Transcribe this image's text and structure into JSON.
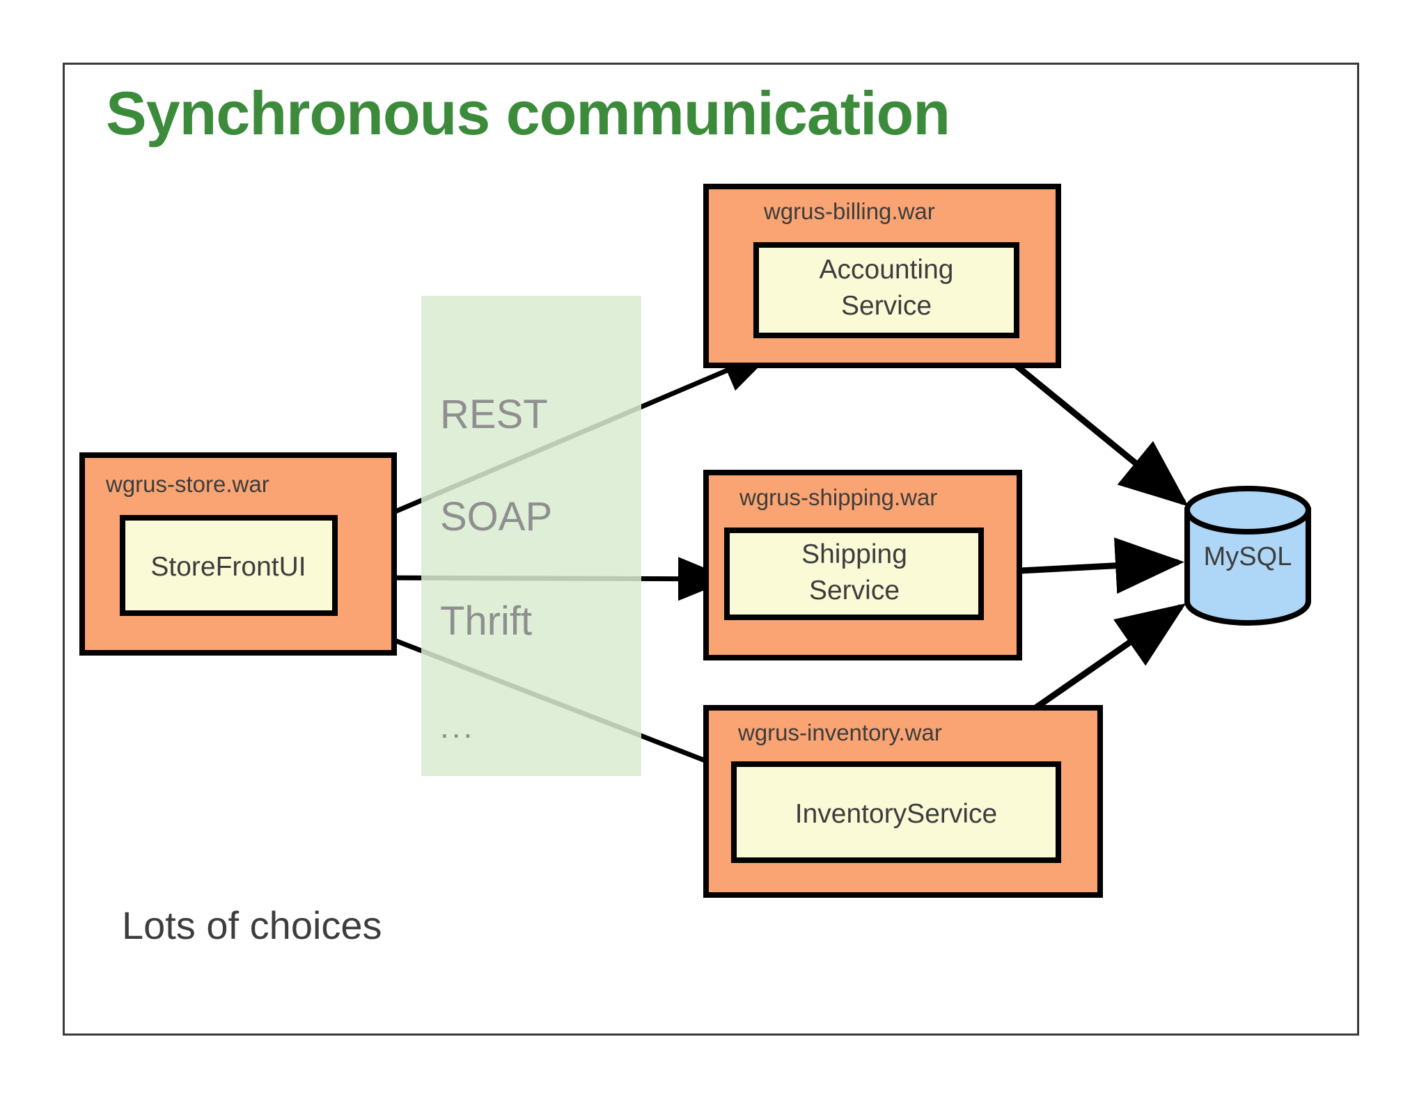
{
  "slide": {
    "title": "Synchronous communication",
    "caption": "Lots of choices"
  },
  "colors": {
    "title_green": "#3B8B3B",
    "container_orange": "#F9A472",
    "service_yellow": "#FAFAD7",
    "database_blue": "#AED6F7",
    "band_green": "#D9EBD0",
    "protocol_gray": "#8F8F8F",
    "text_dark": "#3D3D3D",
    "stroke_black": "#000000"
  },
  "containers": {
    "store": {
      "war": "wgrus-store.war",
      "service": "StoreFrontUI"
    },
    "billing": {
      "war": "wgrus-billing.war",
      "service_line1": "Accounting",
      "service_line2": "Service"
    },
    "shipping": {
      "war": "wgrus-shipping.war",
      "service_line1": "Shipping",
      "service_line2": "Service"
    },
    "inventory": {
      "war": "wgrus-inventory.war",
      "service": "InventoryService"
    }
  },
  "database": {
    "name": "MySQL"
  },
  "protocol_band": {
    "items": [
      {
        "label": "REST"
      },
      {
        "label": "SOAP"
      },
      {
        "label": "Thrift"
      },
      {
        "label": "..."
      }
    ]
  }
}
